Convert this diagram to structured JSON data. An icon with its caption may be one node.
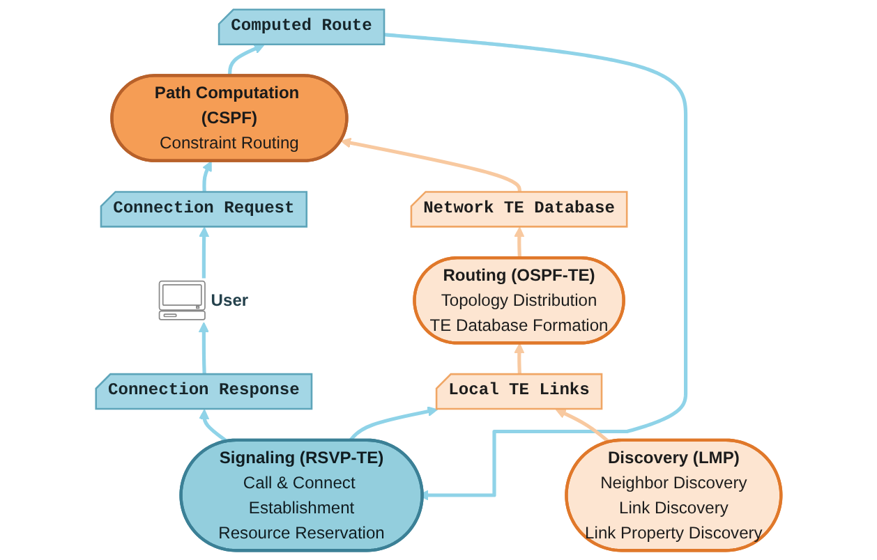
{
  "diagram": {
    "nodes": [
      {
        "text": [
          "User"
        ]
      },
      {
        "text": [
          "Connection Request"
        ]
      },
      {
        "text": [
          "Path Computation (CSPF)",
          "Constraint Routing"
        ]
      },
      {
        "text": [
          "Network TE Database"
        ]
      },
      {
        "text": [
          "Routing (OSPF-TE)",
          "Topology Distribution",
          "TE Database Formation"
        ]
      },
      {
        "text": [
          "Connection Response"
        ]
      },
      {
        "text": [
          "Computed Route"
        ]
      },
      {
        "text": [
          "Local TE Links"
        ]
      },
      {
        "text": [
          "Signaling (RSVP-TE)",
          "Call & Connect Establishment",
          "Resource Reservation"
        ]
      },
      {
        "text": [
          "Discovery (LMP)",
          "Neighbor Discovery",
          "Link Discovery",
          "Link Property Discovery"
        ]
      }
    ],
    "edges": [
      {
        "from": 0,
        "to": 1,
        "arrow": "to"
      },
      {
        "from": 1,
        "to": 2,
        "arrow": "to"
      },
      {
        "from": 3,
        "to": 2,
        "arrow": "to",
        "color": "#f8c9a0"
      },
      {
        "from": 4,
        "to": 3,
        "arrow": "to",
        "color": "#f8c9a0"
      },
      {
        "from": 2,
        "to": 6,
        "arrow": "to"
      },
      {
        "from": 6,
        "to": 8,
        "arrow": "to"
      },
      {
        "from": 8,
        "to": 5,
        "arrow": "to"
      },
      {
        "from": 5,
        "to": 0,
        "arrow": "to"
      },
      {
        "from": 8,
        "to": 7,
        "arrow": "to"
      },
      {
        "from": 7,
        "to": 4,
        "arrow": "to",
        "color": "#f8c9a0"
      },
      {
        "from": 9,
        "to": 7,
        "arrow": "to",
        "color": "#f8c9a0"
      }
    ]
  }
}
